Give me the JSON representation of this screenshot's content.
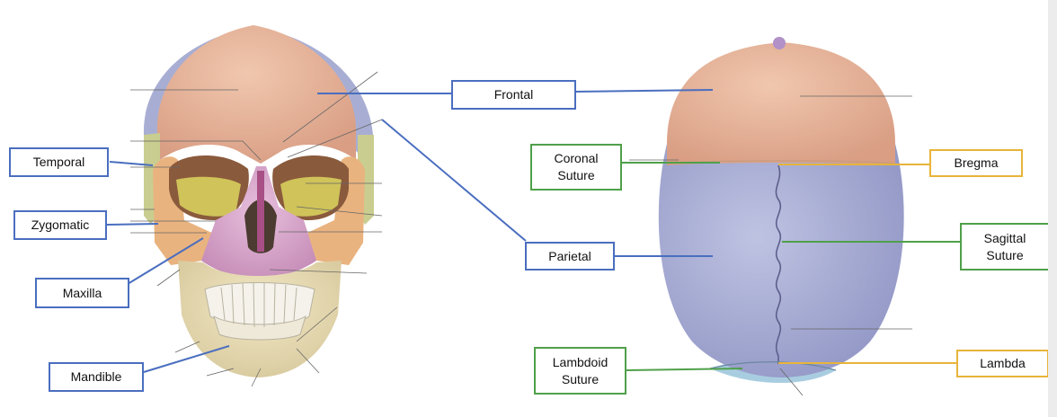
{
  "colors": {
    "frontal": "#e6b49a",
    "parietal": "#a8aed3",
    "temporal": "#c9cd8f",
    "zygomatic": "#e9b37f",
    "maxilla": "#d7a5c8",
    "mandible": "#e9ddb4",
    "occipital": "#a9cde0",
    "blue_line": "#4a6ebf",
    "green_line": "#4fa04a",
    "gold_line": "#e8b43a"
  },
  "labels": {
    "frontal": "Frontal",
    "temporal": "Temporal",
    "zygomatic": "Zygomatic",
    "maxilla": "Maxilla",
    "mandible": "Mandible",
    "parietal": "Parietal",
    "coronal_suture": "Coronal\nSuture",
    "bregma": "Bregma",
    "sagittal_suture": "Sagittal\nSuture",
    "lambdoid_suture": "Lambdoid\nSuture",
    "lambda": "Lambda"
  }
}
